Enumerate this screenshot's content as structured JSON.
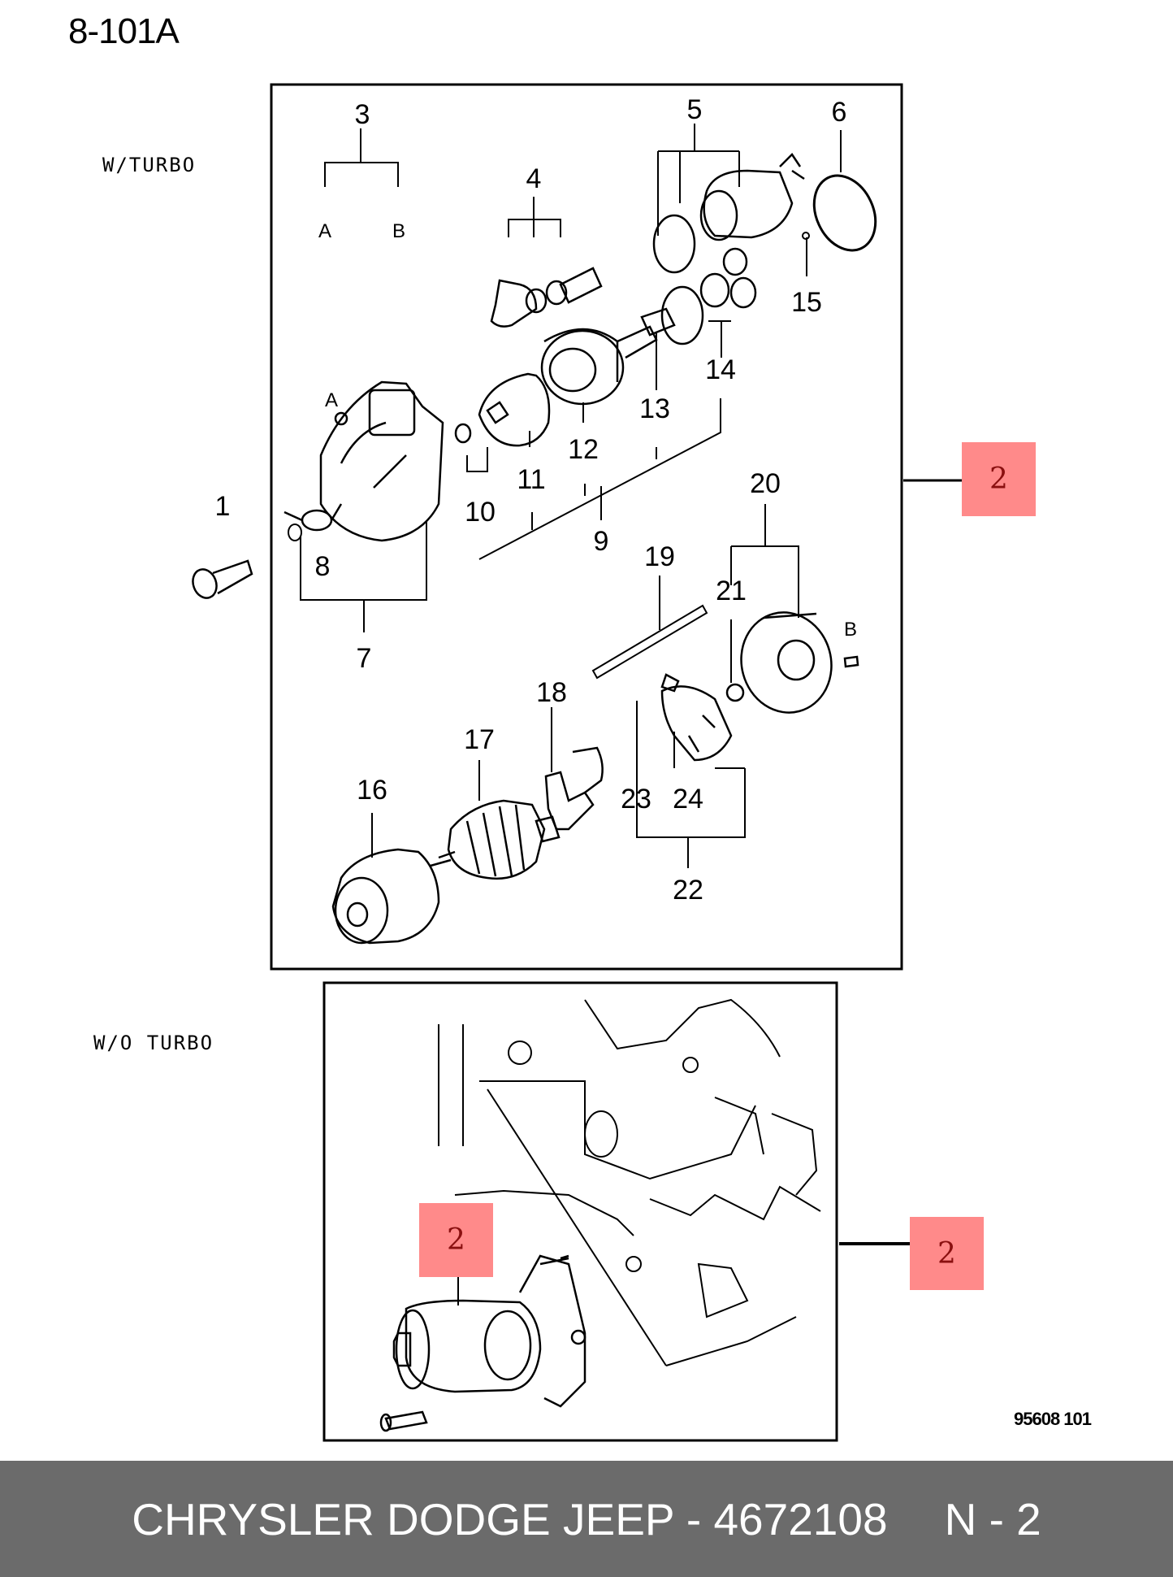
{
  "header": {
    "page_code": "8-101A"
  },
  "sections": {
    "with_turbo": "W/TURBO",
    "without_turbo": "W/O TURBO"
  },
  "callouts": {
    "n1": "1",
    "n3": "3",
    "n3a": "A",
    "n3b": "B",
    "n4": "4",
    "n5": "5",
    "n6": "6",
    "n7": "7",
    "n8": "8",
    "n9": "9",
    "n10": "10",
    "n11": "11",
    "n12": "12",
    "n13": "13",
    "n14": "14",
    "n15": "15",
    "n16": "16",
    "n17": "17",
    "n18": "18",
    "n19": "19",
    "n20": "20",
    "n21": "21",
    "n22": "22",
    "n23": "23",
    "n24": "24",
    "bolt_a": "A",
    "bolt_b": "B"
  },
  "highlights": {
    "upper_right": "2",
    "lower_right": "2",
    "lower_inner": "2"
  },
  "figure_ref": "95608  101",
  "footer": {
    "part_text": "CHRYSLER DODGE JEEP - 4672108",
    "position_text": "N - 2"
  },
  "colors": {
    "highlight": "#ff8a8a",
    "footer_bg": "#6b6b6b",
    "footer_text": "#ffffff"
  }
}
